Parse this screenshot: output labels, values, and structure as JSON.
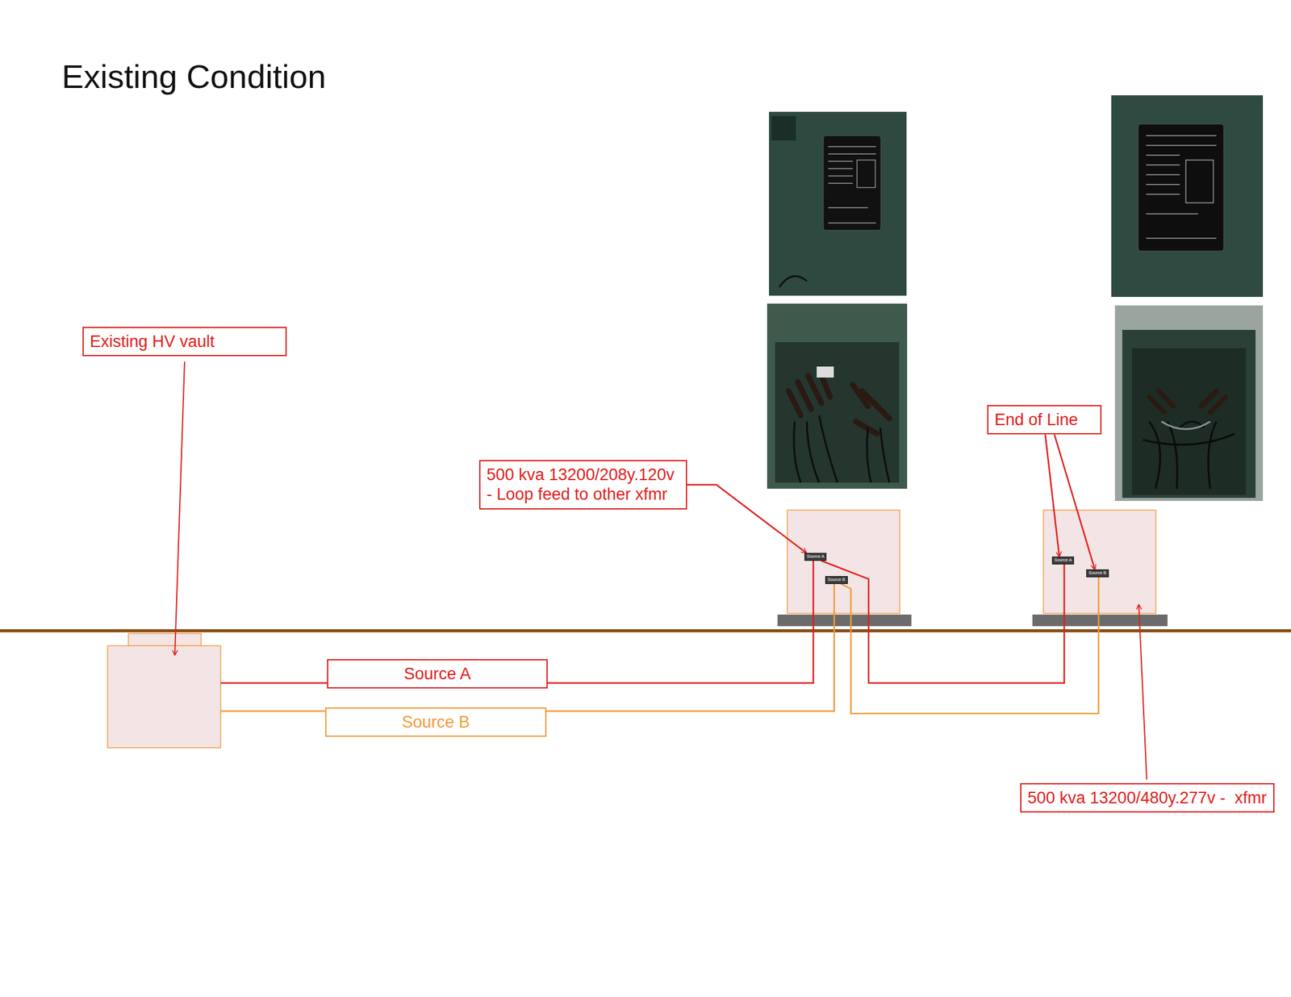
{
  "diagram": {
    "title": "Existing Condition",
    "nodes": [
      {
        "text": [
          "Existing HV vault"
        ]
      },
      {
        "text": [
          "500 kva 13200/208y.120v - Loop feed to other xfmr"
        ]
      },
      {
        "text": [
          "Source A"
        ]
      },
      {
        "text": [
          "Source B"
        ]
      },
      {
        "text": [
          "End of Line"
        ]
      },
      {
        "text": [
          "Source A"
        ]
      },
      {
        "text": [
          "Source B"
        ]
      },
      {
        "text": [
          "Source A"
        ]
      },
      {
        "text": [
          "Source B"
        ]
      },
      {
        "text": [
          "500 kva 13200/480y.277v -  xfmr"
        ]
      }
    ],
    "edges": [
      {
        "from": 1,
        "to": 2,
        "arrow": "to"
      },
      {
        "from": 2,
        "to": 5,
        "arrow": "none"
      },
      {
        "from": 3,
        "to": 6,
        "arrow": "none"
      },
      {
        "from": 4,
        "to": 5,
        "arrow": "to"
      },
      {
        "from": 4,
        "to": 6,
        "arrow": "to"
      },
      {
        "from": 7,
        "to": 2,
        "arrow": "none"
      },
      {
        "from": 8,
        "to": 3,
        "arrow": "none"
      }
    ]
  }
}
